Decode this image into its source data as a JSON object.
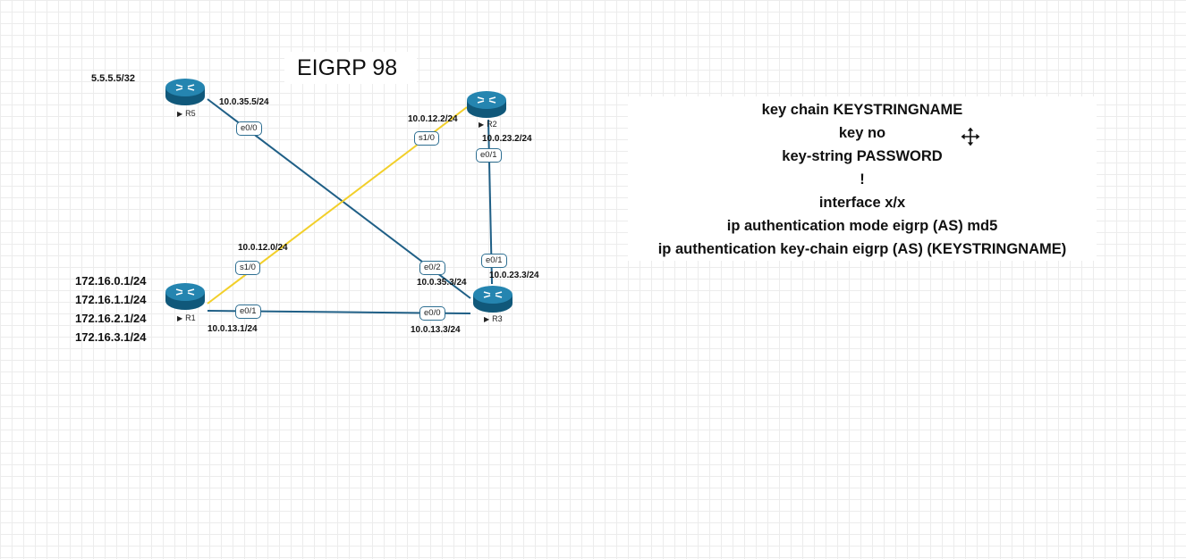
{
  "title": "EIGRP 98",
  "routers": [
    {
      "id": "R5",
      "name": "R5"
    },
    {
      "id": "R2",
      "name": "R2"
    },
    {
      "id": "R1",
      "name": "R1"
    },
    {
      "id": "R3",
      "name": "R3"
    }
  ],
  "loopbacks": {
    "r5": [
      "5.5.5.5/32"
    ],
    "r1": [
      "172.16.0.1/24",
      "172.16.1.1/24",
      "172.16.2.1/24",
      "172.16.3.1/24"
    ]
  },
  "links": [
    {
      "id": "r5-r3",
      "color": "#1f5f86",
      "from": "R5",
      "to": "R3",
      "from_iface": "e0/0",
      "to_iface": "e0/2",
      "from_addr": "10.0.35.5/24",
      "to_addr": "10.0.35.3/24"
    },
    {
      "id": "r1-r2",
      "color": "#f2cf2a",
      "from": "R1",
      "to": "R2",
      "from_iface": "s1/0",
      "to_iface": "s1/0",
      "from_addr": "10.0.12.0/24",
      "to_addr": "10.0.12.2/24"
    },
    {
      "id": "r2-r3",
      "color": "#1f5f86",
      "from": "R2",
      "to": "R3",
      "from_iface": "e0/1",
      "to_iface": "e0/1",
      "from_addr": "10.0.23.2/24",
      "to_addr": "10.0.23.3/24"
    },
    {
      "id": "r1-r3",
      "color": "#1f5f86",
      "from": "R1",
      "to": "R3",
      "from_iface": "e0/1",
      "to_iface": "e0/0",
      "from_addr": "10.0.13.1/24",
      "to_addr": "10.0.13.3/24"
    }
  ],
  "config": [
    "key chain KEYSTRINGNAME",
    "key no",
    "key-string PASSWORD",
    "!",
    "interface x/x",
    "ip authentication mode eigrp (AS) md5",
    "ip authentication key-chain eigrp (AS) (KEYSTRINGNAME)"
  ],
  "colors": {
    "router_body": "#1a6e94",
    "ethernet_link": "#1f5f86",
    "serial_link": "#f2cf2a"
  },
  "icons": {
    "router": "router-icon",
    "cursor": "move-cursor-icon"
  }
}
